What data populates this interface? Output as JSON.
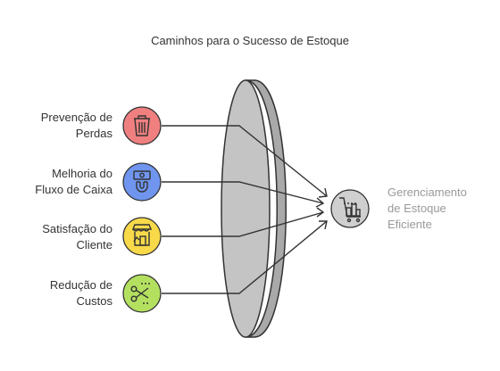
{
  "title": "Caminhos para o Sucesso de Estoque",
  "sources": [
    {
      "line1": "Prevenção de",
      "line2": "Perdas",
      "icon": "trash-icon",
      "color": "#f08080",
      "stroke": "#c04040"
    },
    {
      "line1": "Melhoria do",
      "line2": "Fluxo de Caixa",
      "icon": "money-magnet-icon",
      "color": "#6f95ee",
      "stroke": "#3a5fc0"
    },
    {
      "line1": "Satisfação do",
      "line2": "Cliente",
      "icon": "store-icon",
      "color": "#f7d94a",
      "stroke": "#c9a400"
    },
    {
      "line1": "Redução de",
      "line2": "Custos",
      "icon": "scissors-icon",
      "color": "#b4e060",
      "stroke": "#80b030"
    }
  ],
  "target": {
    "line1": "Gerenciamento",
    "line2": "de Estoque",
    "line3": "Eficiente",
    "icon": "inventory-cart-icon",
    "color": "#cfcfcf"
  }
}
